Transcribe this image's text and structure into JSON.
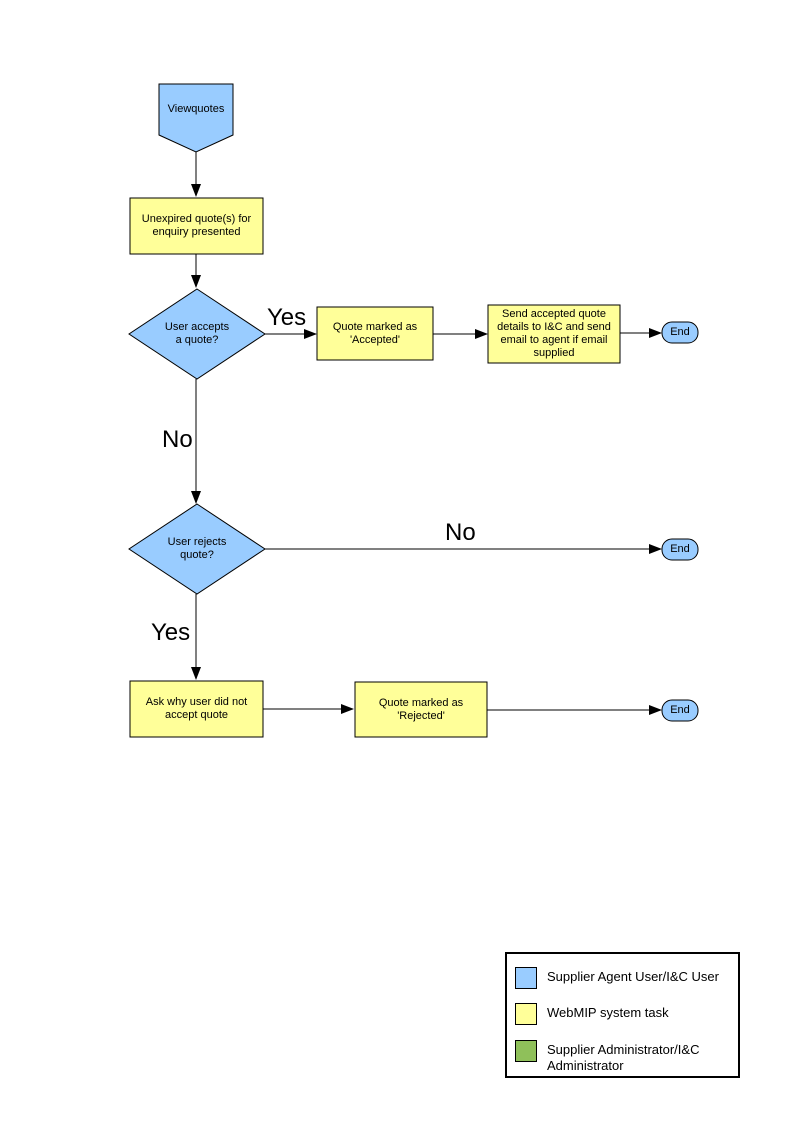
{
  "colors": {
    "actor_fill": "#99CCFF",
    "task_fill": "#FFFF99",
    "admin_fill": "#8FC05A",
    "line": "#000000"
  },
  "nodes": {
    "start": "Viewquotes",
    "present_quotes": "Unexpired quote(s) for\nenquiry presented",
    "accept_decision": "User accepts\na quote?",
    "mark_accepted": "Quote  marked as\n'Accepted'",
    "send_details": "Send accepted quote\ndetails to I&C and send\nemail to agent if email\nsupplied",
    "reject_decision": "User rejects\nquote?",
    "ask_why": "Ask why user did not\naccept quote",
    "mark_rejected": "Quote  marked as\n'Rejected'",
    "end_accept": "End",
    "end_no_reject": "End",
    "end_reject": "End"
  },
  "edge_labels": {
    "accept_yes": "Yes",
    "accept_no": "No",
    "reject_no": "No",
    "reject_yes": "Yes"
  },
  "legend": {
    "items": [
      {
        "label": "Supplier Agent User/I&C User"
      },
      {
        "label": "WebMIP system task"
      },
      {
        "label": "Supplier Administrator/I&C\nAdministrator"
      }
    ]
  }
}
